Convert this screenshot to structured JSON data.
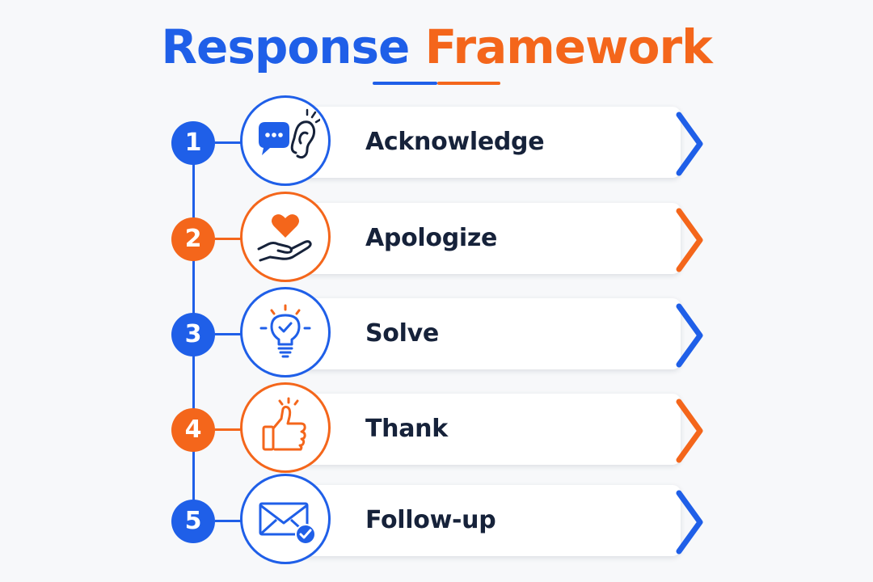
{
  "title": {
    "word1": "Response",
    "word2": "Framework"
  },
  "colors": {
    "blue": "#1f5fe8",
    "orange": "#f4661b",
    "text": "#16223a"
  },
  "steps": [
    {
      "number": "1",
      "label": "Acknowledge",
      "color": "blue",
      "icon": "listening-ear-chat-icon"
    },
    {
      "number": "2",
      "label": "Apologize",
      "color": "orange",
      "icon": "heart-in-hand-icon"
    },
    {
      "number": "3",
      "label": "Solve",
      "color": "blue",
      "icon": "lightbulb-check-icon"
    },
    {
      "number": "4",
      "label": "Thank",
      "color": "orange",
      "icon": "thumbs-up-icon"
    },
    {
      "number": "5",
      "label": "Follow-up",
      "color": "blue",
      "icon": "envelope-check-icon"
    }
  ]
}
